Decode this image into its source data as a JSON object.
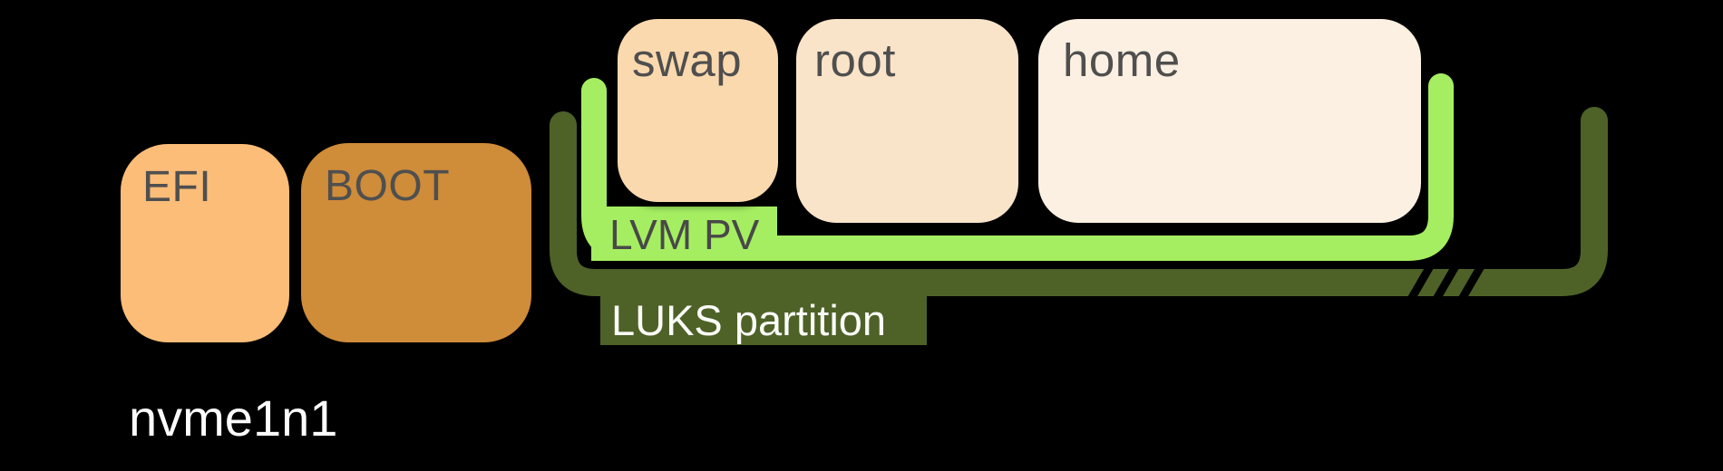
{
  "diagram": {
    "title": "disk-partition-layout",
    "disk": {
      "name": "nvme1n1"
    },
    "partitions": {
      "efi": {
        "label": "EFI"
      },
      "boot": {
        "label": "BOOT"
      },
      "luks": {
        "label": "LUKS partition",
        "truncated": "yes-hatch-marks"
      }
    },
    "lvm": {
      "label": "LVM PV",
      "volumes": {
        "swap": "swap",
        "root": "root",
        "home": "home"
      }
    },
    "colors": {
      "background": "#000000",
      "efi_fill": "#fbbd78",
      "boot_fill": "#cf8c39",
      "swap_fill": "#fbd9ae",
      "root_fill": "#fae4c9",
      "home_fill": "#fbf0e1",
      "lvm_green": "#a5ee61",
      "luks_green": "#4e6228",
      "box_text": "#4f4f4f",
      "light_text": "#fbfbf8",
      "hatch": "#000000"
    }
  }
}
